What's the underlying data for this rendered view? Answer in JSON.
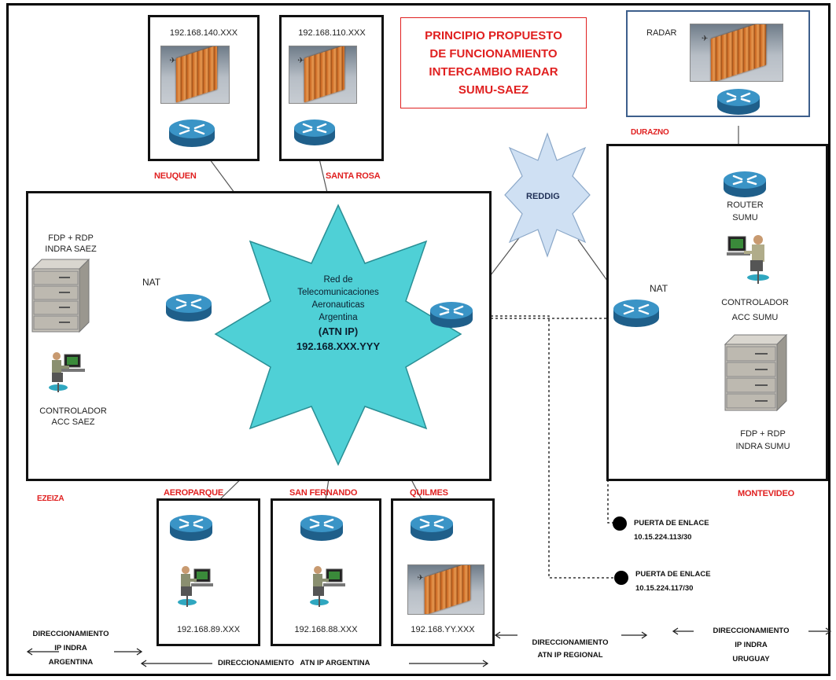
{
  "title_lines": [
    "PRINCIPIO PROPUESTO",
    "DE FUNCIONAMIENTO",
    "INTERCAMBIO RADAR",
    "SUMU-SAEZ"
  ],
  "sites": {
    "neuquen": {
      "ip": "192.168.140.XXX",
      "name": "NEUQUEN"
    },
    "santa_rosa": {
      "ip": "192.168.110.XXX",
      "name": "SANTA ROSA"
    },
    "durazno": {
      "label": "RADAR",
      "name": "DURAZNO"
    },
    "aeroparque": {
      "ip": "192.168.89.XXX",
      "name": "AEROPARQUE"
    },
    "san_fernando": {
      "ip": "192.168.88.XXX",
      "name": "SAN FERNANDO"
    },
    "quilmes": {
      "ip": "192.168.YY.XXX",
      "name": "QUILMES"
    }
  },
  "ezeiza": {
    "name": "EZEIZA",
    "fdp_line1": "FDP + RDP",
    "fdp_line2": "INDRA SAEZ",
    "nat": "NAT",
    "controller_line1": "CONTROLADOR",
    "controller_line2": "ACC SAEZ"
  },
  "center": {
    "line1": "Red de",
    "line2": "Telecomunicaciones",
    "line3": "Aeronauticas",
    "line4": "Argentina",
    "line5": "(ATN IP)",
    "line6": "192.168.XXX.YYY"
  },
  "reddig": "REDDIG",
  "montevideo": {
    "name": "MONTEVIDEO",
    "router_line1": "ROUTER",
    "router_line2": "SUMU",
    "nat": "NAT",
    "controller_line1": "CONTROLADOR",
    "controller_line2": "ACC SUMU",
    "fdp_line1": "FDP + RDP",
    "fdp_line2": "INDRA SUMU"
  },
  "gateways": [
    {
      "line1": "PUERTA DE ENLACE",
      "line2": "10.15.224.113/30"
    },
    {
      "line1": "PUERTA DE ENLACE",
      "line2": "10.15.224.117/30"
    }
  ],
  "addressing": {
    "left_line1": "DIRECCIONAMIENTO",
    "left_line2": "IP INDRA",
    "left_line3": "ARGENTINA",
    "center": "DIRECCIONAMIENTO   ATN IP ARGENTINA",
    "regional_line1": "DIRECCIONAMIENTO",
    "regional_line2": "ATN IP REGIONAL",
    "right_line1": "DIRECCIONAMIENTO",
    "right_line2": "IP INDRA",
    "right_line3": "URUGUAY"
  },
  "colors": {
    "accent_red": "#e02020",
    "star_fill": "#4fd0d6",
    "cloud_fill": "#cfe0f3",
    "router_blue": "#2c7fb0"
  },
  "icons": [
    "router-icon",
    "radar-antenna-icon",
    "server-cabinet-icon",
    "operator-workstation-icon",
    "cloud-icon",
    "star-network-icon",
    "gateway-dot-icon",
    "double-arrow-icon"
  ]
}
